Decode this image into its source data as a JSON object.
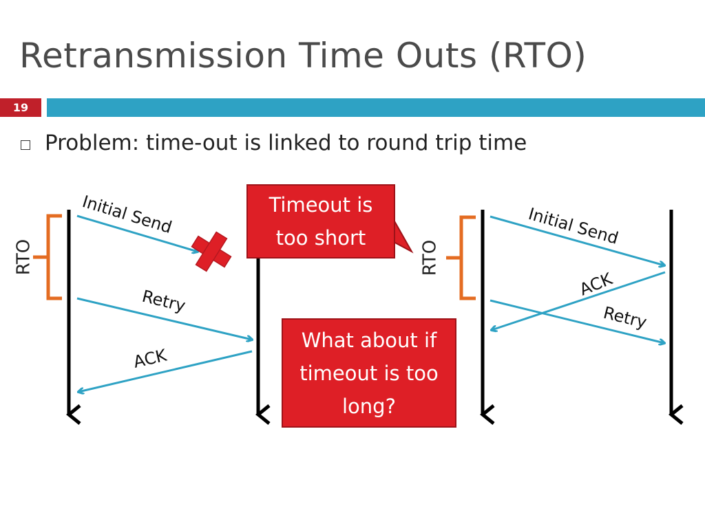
{
  "slide": {
    "title": "Retransmission Time Outs (RTO)",
    "number": "19",
    "bullet": "Problem: time-out is linked to round trip time"
  },
  "diagram": {
    "left": {
      "rto_label": "RTO",
      "initial_send": "Initial Send",
      "retry": "Retry",
      "ack": "ACK"
    },
    "right": {
      "rto_label": "RTO",
      "initial_send": "Initial Send",
      "ack": "ACK",
      "retry": "Retry"
    },
    "callouts": {
      "short": [
        "Timeout is",
        "too short"
      ],
      "long": [
        "What about if",
        "timeout is too",
        "long?"
      ]
    },
    "colors": {
      "arrow": "#2ea2c4",
      "bracket": "#e46c22",
      "callout": "#de1f26",
      "cross": "#de1f26"
    }
  }
}
